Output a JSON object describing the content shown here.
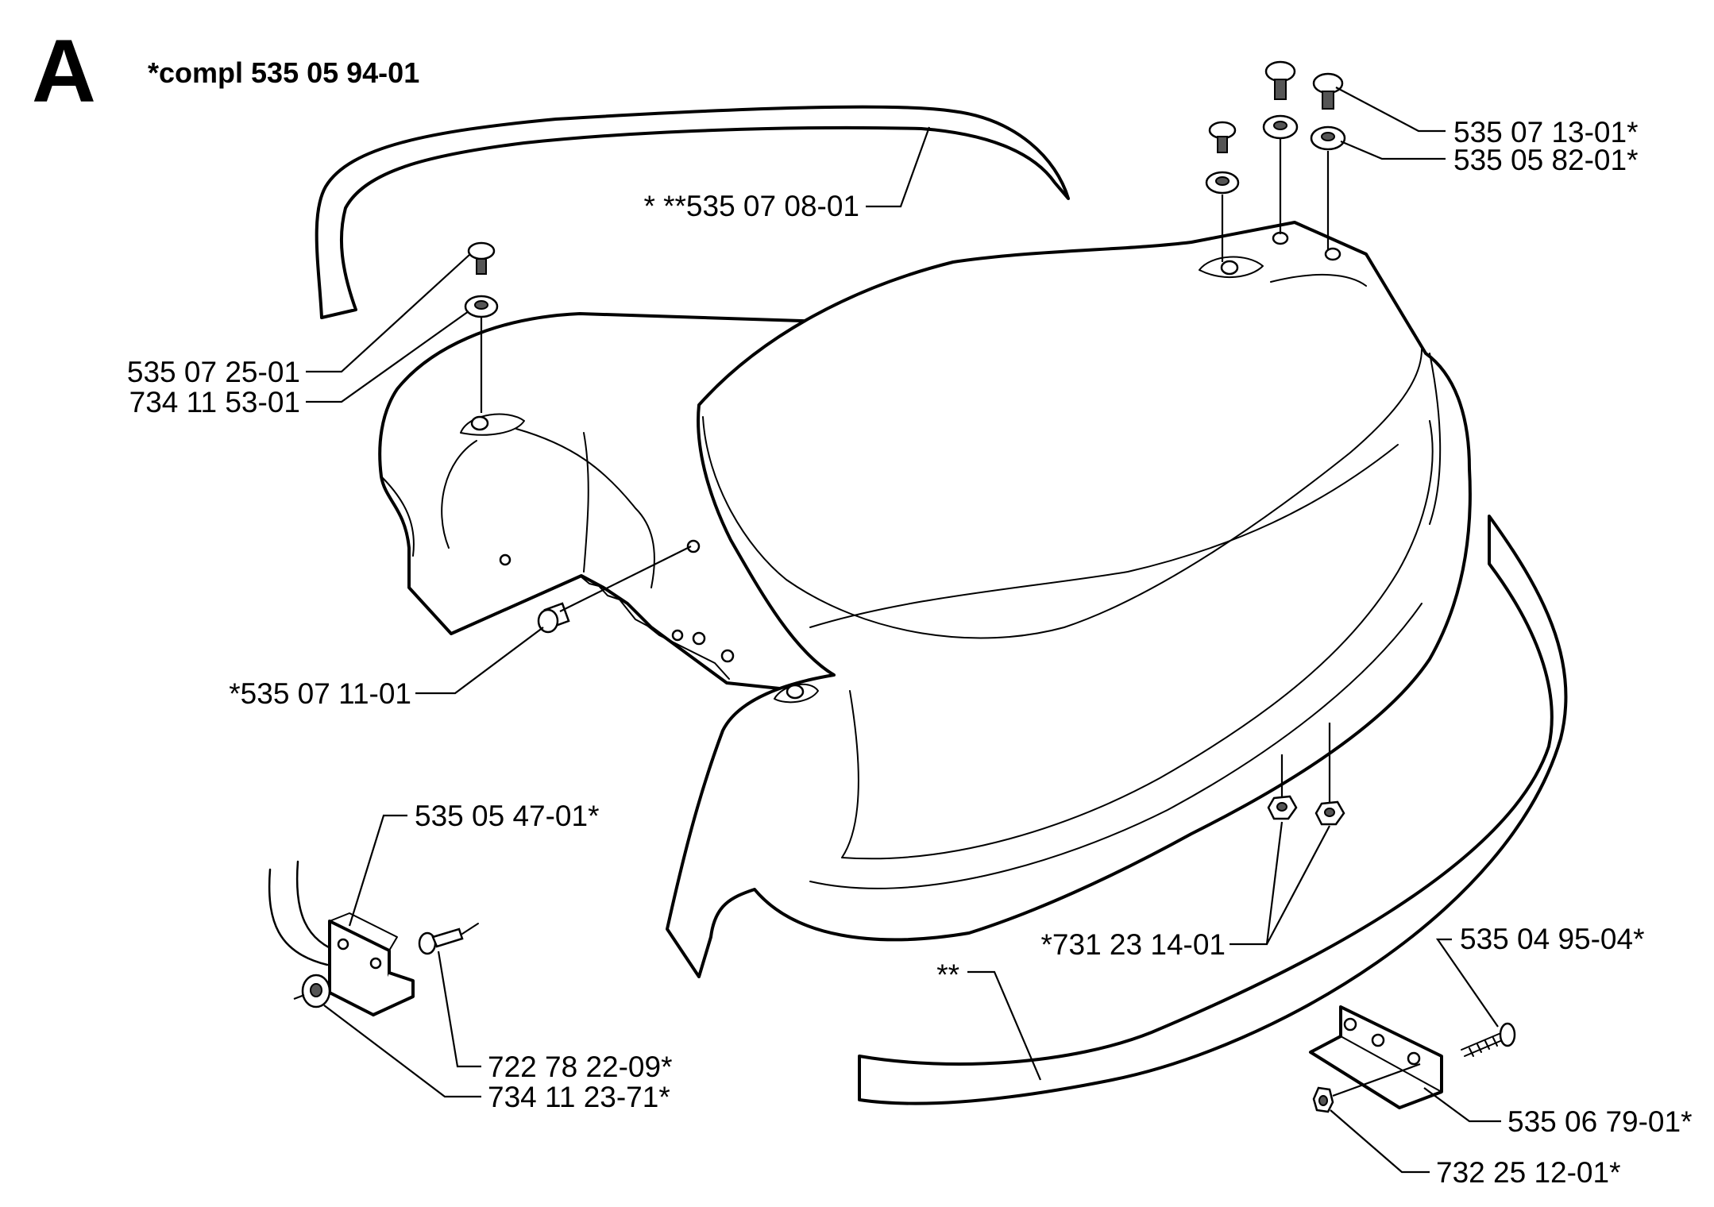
{
  "header": {
    "section_letter": "A",
    "assembly": "*compl 535 05 94-01"
  },
  "labels": {
    "l01": "535 07 13-01*",
    "l02": "535 05 82-01*",
    "l03": "* **535 07 08-01",
    "l04": "535 07 25-01",
    "l05": "734 11 53-01",
    "l06": "*535 07 11-01",
    "l07": "535 05 47-01*",
    "l08": "*731 23 14-01",
    "l09": "**",
    "l10": "535 04 95-04*",
    "l11": "722 78 22-09*",
    "l12": "734 11 23-71*",
    "l13": "535 06 79-01*",
    "l14": "732 25 12-01*"
  }
}
